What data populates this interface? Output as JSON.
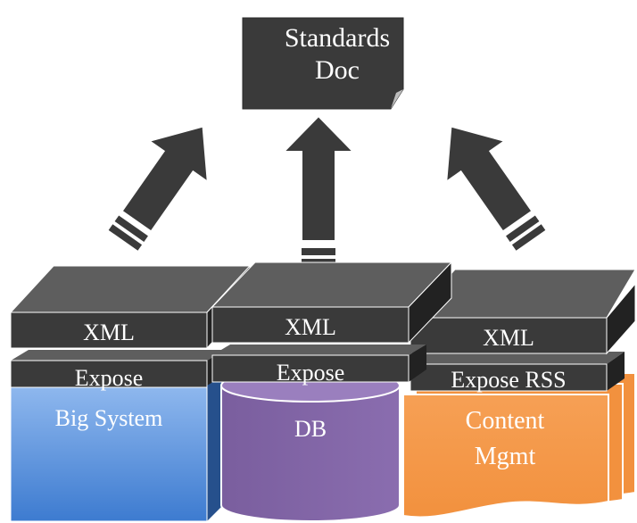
{
  "standards_doc": {
    "line1": "Standards",
    "line2": "Doc"
  },
  "columns": [
    {
      "xml_label": "XML",
      "expose_label": "Expose",
      "system_label": "Big System"
    },
    {
      "xml_label": "XML",
      "expose_label": "Expose",
      "system_label": "DB"
    },
    {
      "xml_label": "XML",
      "expose_label": "Expose RSS",
      "system_label_line1": "Content",
      "system_label_line2": "Mgmt"
    }
  ],
  "colors": {
    "dark_block": "#3a3a3a",
    "dark_block_top": "#5e5e5e",
    "dark_block_side": "#222222",
    "big_system_blue": "#4a86d8",
    "db_purple": "#7f63a3",
    "content_orange": "#f59a4a"
  }
}
